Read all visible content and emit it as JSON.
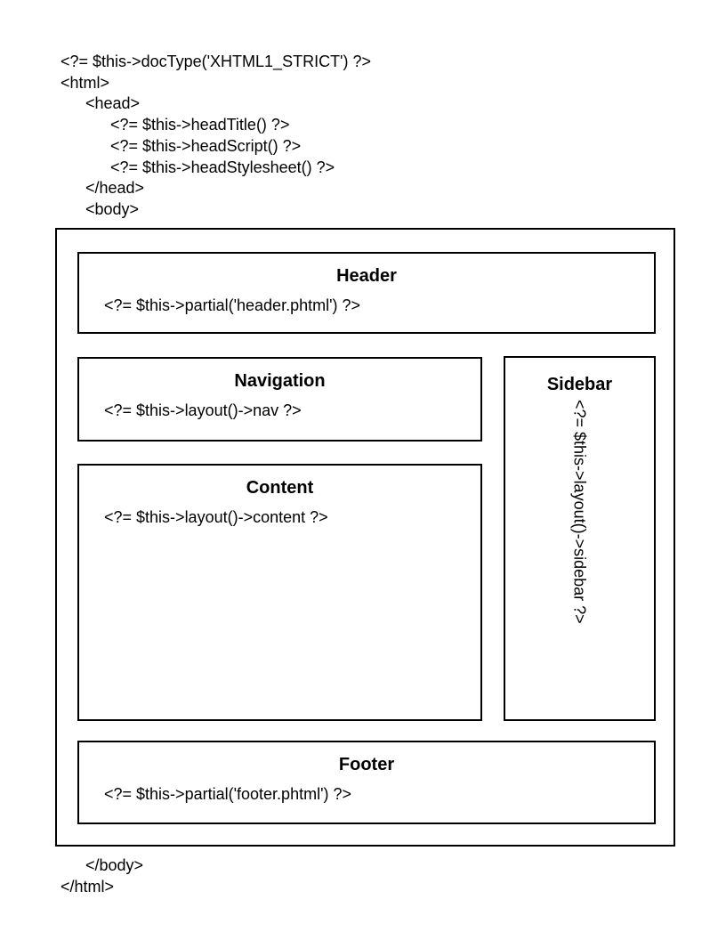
{
  "colors": {
    "background": "#ffffff",
    "border": "#000000",
    "text": "#000000"
  },
  "code_top": {
    "lines": [
      {
        "text": "<?= $this->docType('XHTML1_STRICT') ?>",
        "indent": 0
      },
      {
        "text": "<html>",
        "indent": 0
      },
      {
        "text": "<head>",
        "indent": 1
      },
      {
        "text": "<?= $this->headTitle() ?>",
        "indent": 2
      },
      {
        "text": "<?= $this->headScript() ?>",
        "indent": 2
      },
      {
        "text": "<?= $this->headStylesheet() ?>",
        "indent": 2
      },
      {
        "text": "</head>",
        "indent": 1
      },
      {
        "text": "<body>",
        "indent": 1
      }
    ]
  },
  "diagram": {
    "header": {
      "title": "Header",
      "code": "<?= $this->partial('header.phtml') ?>"
    },
    "navigation": {
      "title": "Navigation",
      "code": "<?= $this->layout()->nav ?>"
    },
    "content": {
      "title": "Content",
      "code": "<?= $this->layout()->content ?>"
    },
    "sidebar": {
      "title": "Sidebar",
      "code": "<?= $this->layout()->sidebar ?>"
    },
    "footer": {
      "title": "Footer",
      "code": "<?= $this->partial('footer.phtml') ?>"
    }
  },
  "code_bottom": {
    "lines": [
      {
        "text": "</body>",
        "indent": 1
      },
      {
        "text": "</html>",
        "indent": 0
      }
    ]
  }
}
